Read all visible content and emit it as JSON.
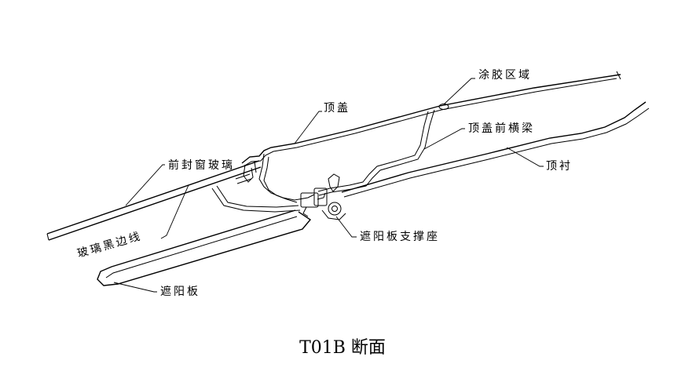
{
  "labels": {
    "glue_area": "涂胶区域",
    "roof": "顶盖",
    "roof_front_beam": "顶盖前横梁",
    "windshield": "前封窗玻璃",
    "headliner": "顶衬",
    "glass_black_edge": "玻璃黑边线",
    "sunvisor_bracket": "遮阳板支撑座",
    "sunvisor": "遮阳板"
  },
  "caption": "T01B 断面"
}
